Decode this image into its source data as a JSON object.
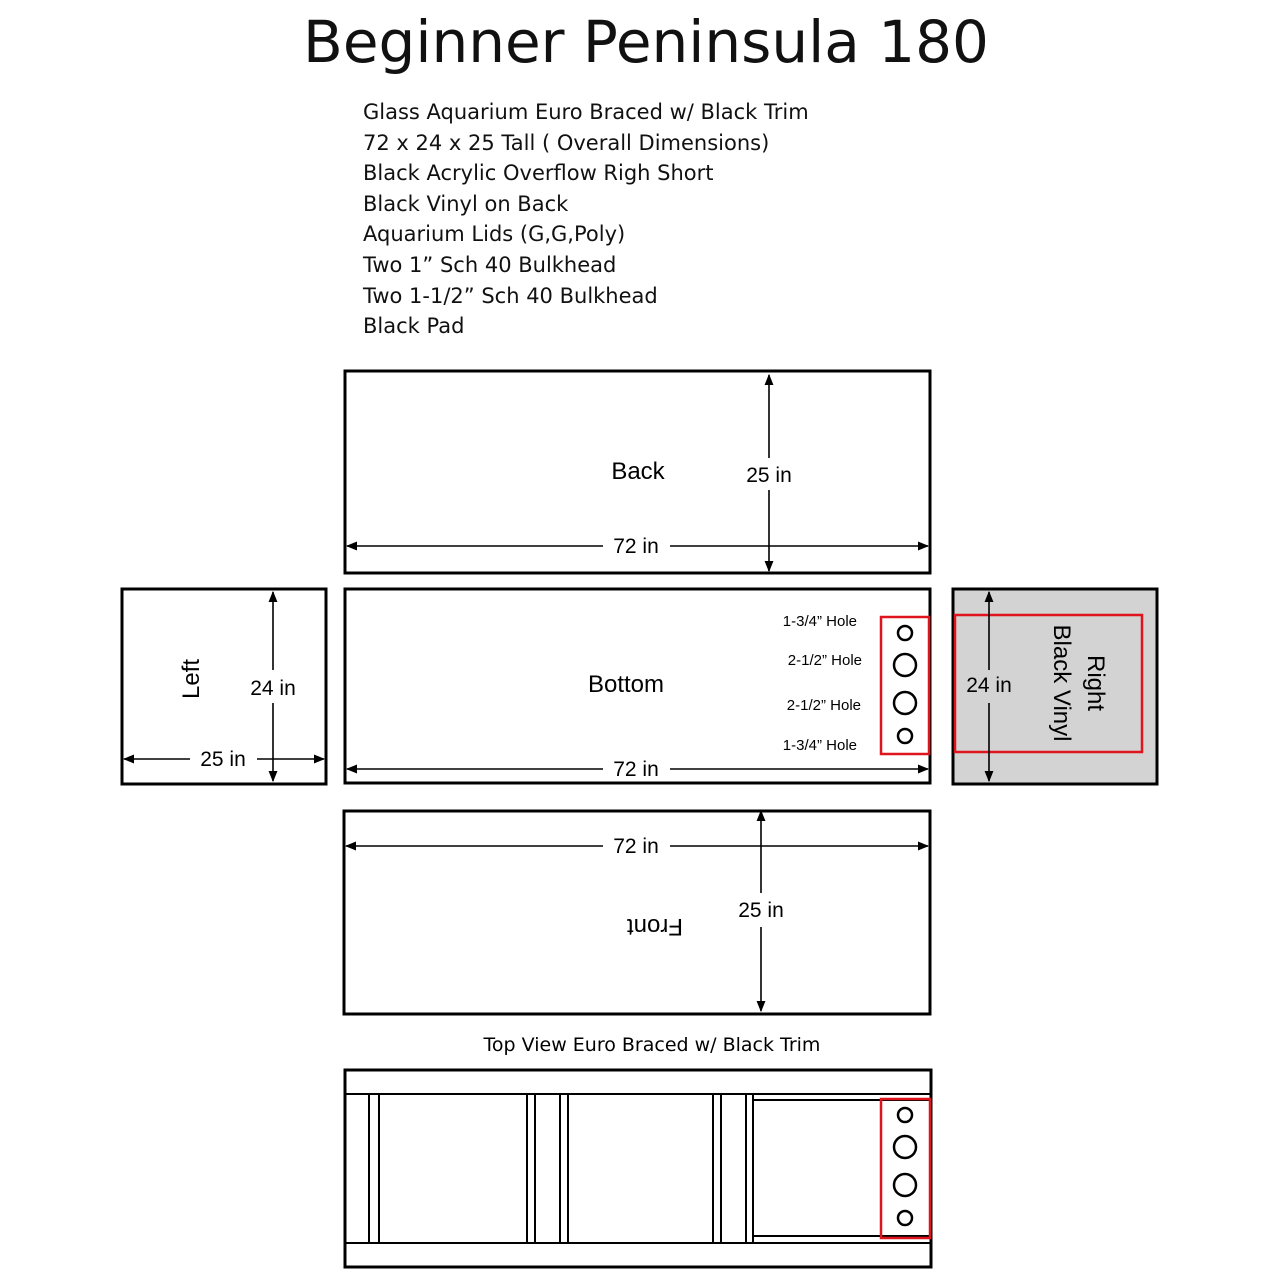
{
  "title": "Beginner Peninsula 180",
  "specs": [
    "Glass Aquarium Euro Braced w/ Black Trim",
    "72 x 24 x 25 Tall ( Overall Dimensions)",
    "Black Acrylic Overflow Righ Short",
    "Black Vinyl on Back",
    "Aquarium Lids (G,G,Poly)",
    "Two 1” Sch 40 Bulkhead",
    "Two 1-1/2” Sch 40 Bulkhead",
    "Black Pad"
  ],
  "panels": {
    "back": {
      "label": "Back",
      "width": "72 in",
      "height": "25 in"
    },
    "left": {
      "label": "Left",
      "height": "24 in",
      "width": "25 in"
    },
    "bottom": {
      "label": "Bottom",
      "width": "72 in",
      "holes": [
        "1-3/4” Hole",
        "2-1/2” Hole",
        "2-1/2” Hole",
        "1-3/4” Hole"
      ]
    },
    "right": {
      "label": "Right",
      "sublabel": "Black Vinyl",
      "height": "24 in"
    },
    "front": {
      "label": "Front",
      "width": "72 in",
      "height": "25 in"
    }
  },
  "top_view": {
    "caption": "Top View Euro Braced w/ Black Trim"
  },
  "colors": {
    "overflow_outline": "#e0141c",
    "vinyl_fill": "#d3d3d3"
  }
}
